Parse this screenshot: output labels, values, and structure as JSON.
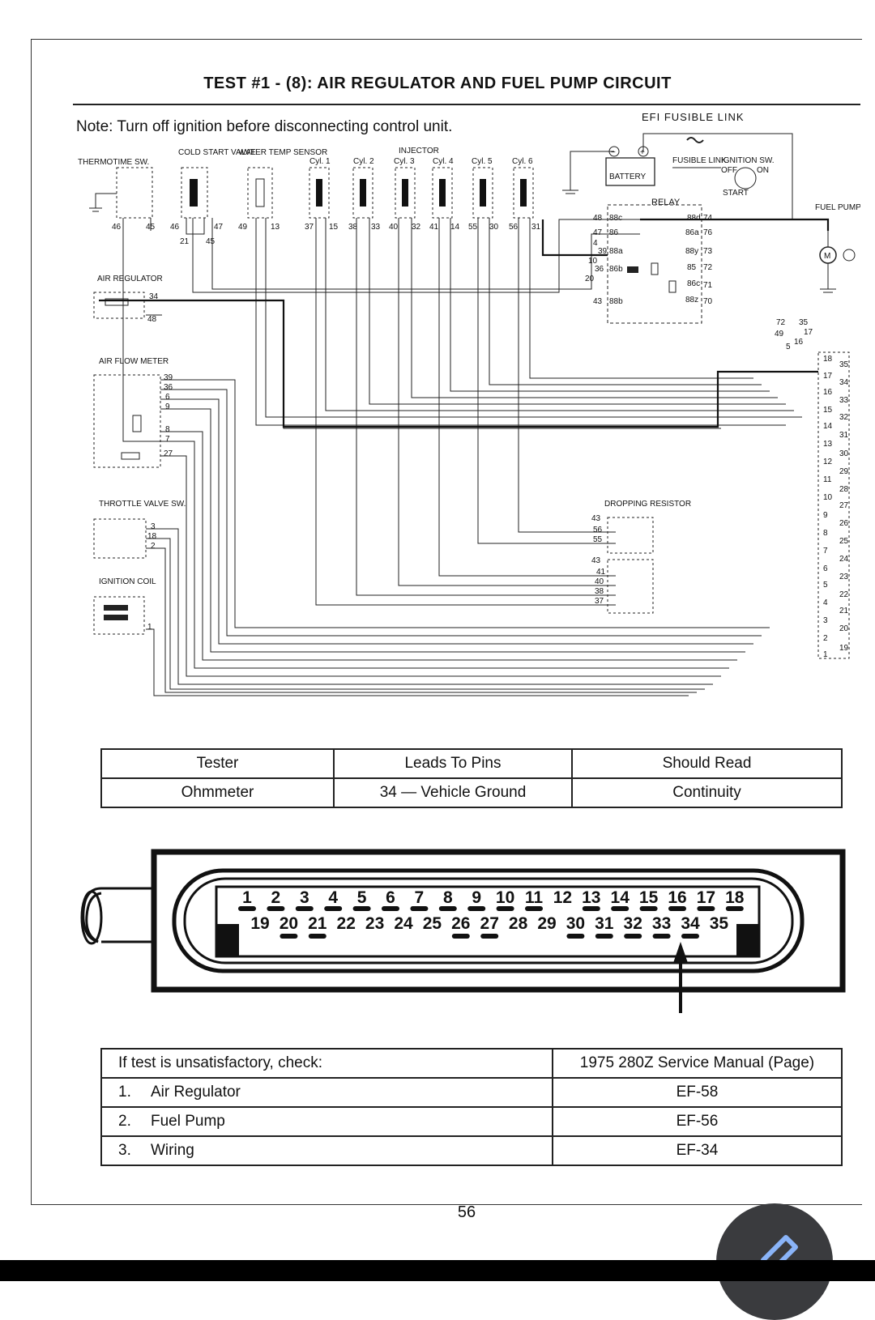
{
  "page": {
    "title": "TEST #1 - (8): AIR REGULATOR AND FUEL PUMP CIRCUIT",
    "note": "Note: Turn off ignition before disconnecting control unit.",
    "page_number": "56"
  },
  "diagram": {
    "efi_fusible_link": "EFI FUSIBLE LINK",
    "fusible_link": "FUSIBLE LINK",
    "battery": "BATTERY",
    "ignition_sw": "IGNITION SW.",
    "off": "OFF",
    "on": "ON",
    "start": "START",
    "relay": "RELAY",
    "fuel_pump": "FUEL PUMP",
    "thermotime": "THERMOTIME SW.",
    "cold_start": "COLD START VALVE",
    "water_temp": "WATER TEMP SENSOR",
    "injector": "INJECTOR",
    "cylinders": [
      "Cyl. 1",
      "Cyl. 2",
      "Cyl. 3",
      "Cyl. 4",
      "Cyl. 5",
      "Cyl. 6"
    ],
    "air_regulator": "AIR REGULATOR",
    "air_flow_meter": "AIR FLOW METER",
    "throttle_valve": "THROTTLE VALVE SW.",
    "ignition_coil": "IGNITION COIL",
    "dropping_resistor": "DROPPING RESISTOR"
  },
  "test_table": {
    "headers": [
      "Tester",
      "Leads To Pins",
      "Should Read"
    ],
    "row": [
      "Ohmmeter",
      "34 — Vehicle Ground",
      "Continuity"
    ]
  },
  "connector": {
    "top_pins": [
      "1",
      "2",
      "3",
      "4",
      "5",
      "6",
      "7",
      "8",
      "9",
      "10",
      "11",
      "12",
      "13",
      "14",
      "15",
      "16",
      "17",
      "18"
    ],
    "bottom_pins": [
      "19",
      "20",
      "21",
      "22",
      "23",
      "24",
      "25",
      "26",
      "27",
      "28",
      "29",
      "30",
      "31",
      "32",
      "33",
      "34",
      "35"
    ],
    "underlined_top": [
      1,
      2,
      3,
      4,
      5,
      6,
      7,
      8,
      9,
      10,
      11,
      13,
      14,
      15,
      16,
      17,
      18
    ],
    "underlined_bottom": [
      20,
      21,
      26,
      27,
      30,
      31,
      32,
      33,
      34
    ],
    "target_pin": "34"
  },
  "check_table": {
    "header_left": "If test is unsatisfactory, check:",
    "header_right": "1975 280Z Service Manual (Page)",
    "rows": [
      {
        "num": "1.",
        "item": "Air Regulator",
        "page": "EF-58"
      },
      {
        "num": "2.",
        "item": "Fuel Pump",
        "page": "EF-56"
      },
      {
        "num": "3.",
        "item": "Wiring",
        "page": "EF-34"
      }
    ]
  }
}
